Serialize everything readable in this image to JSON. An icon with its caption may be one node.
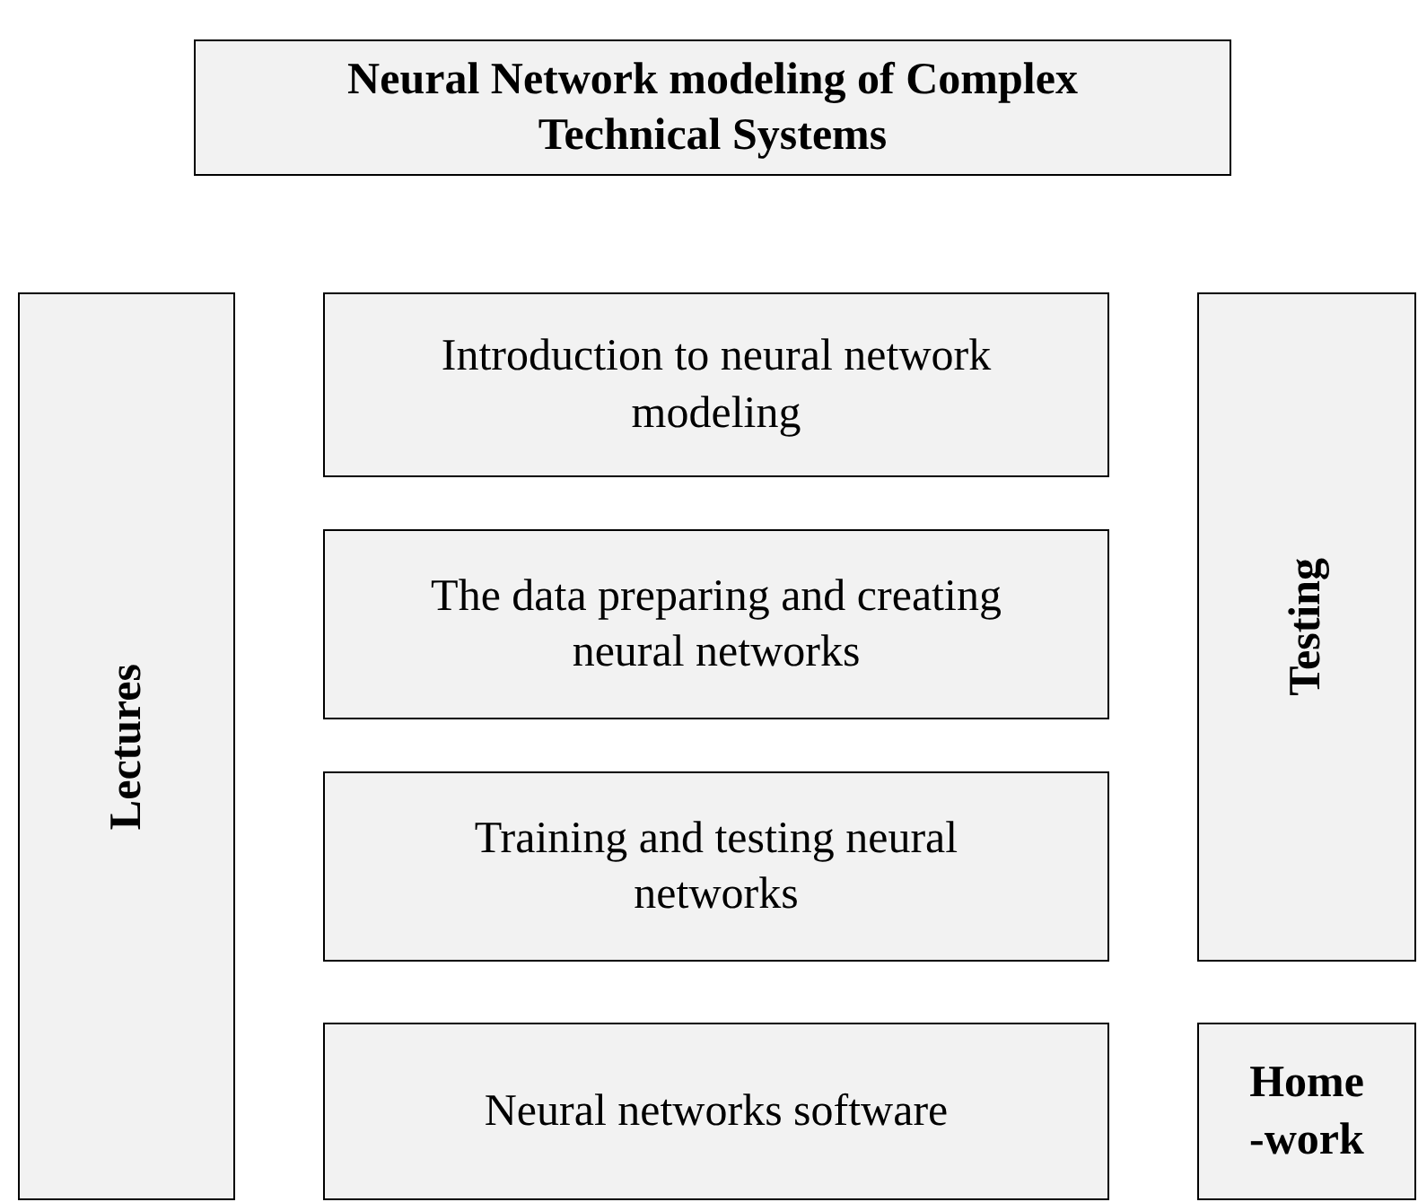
{
  "diagram": {
    "nodes": [
      {
        "text": [
          "Neural Network modeling of Complex Technical Systems"
        ]
      },
      {
        "text": [
          "Lectures"
        ]
      },
      {
        "text": [
          "Introduction to neural network modeling"
        ]
      },
      {
        "text": [
          "The data preparing and creating neural networks"
        ]
      },
      {
        "text": [
          "Training and testing neural networks"
        ]
      },
      {
        "text": [
          "Neural networks software"
        ]
      },
      {
        "text": [
          "Testing"
        ]
      },
      {
        "text": [
          "Home -work"
        ]
      }
    ]
  }
}
